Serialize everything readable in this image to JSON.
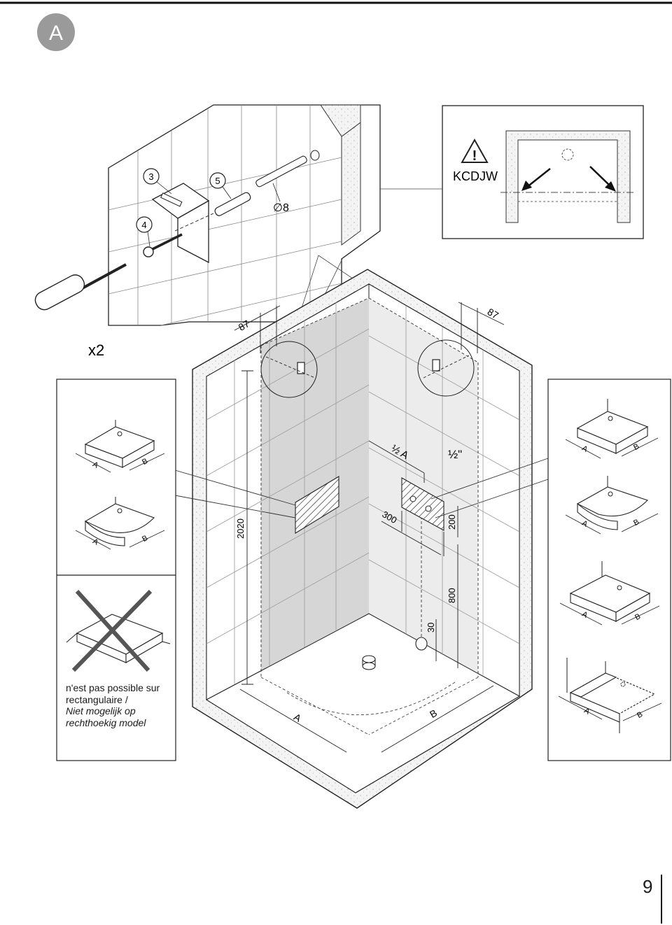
{
  "section_badge": "A",
  "quantity": "x2",
  "warning_code": "KCDJW",
  "part_numbers": [
    "3",
    "5",
    "4"
  ],
  "drill_diameter": "∅8",
  "dimensions": {
    "offset_left": "87",
    "offset_right": "87",
    "height_total": "2020",
    "half_a": "½ A",
    "pipe_size": "½\"",
    "width_300": "300",
    "height_200": "200",
    "height_800": "800",
    "height_30": "30",
    "floor_a": "A",
    "floor_b": "B"
  },
  "tray_labels": {
    "a": "A",
    "b": "B"
  },
  "restriction_note": {
    "line1": "n'est pas possible sur",
    "line2": "rectangulaire /",
    "line3": "Niet mogelijk op",
    "line4": "rechthoekig model"
  },
  "page_number": "9"
}
